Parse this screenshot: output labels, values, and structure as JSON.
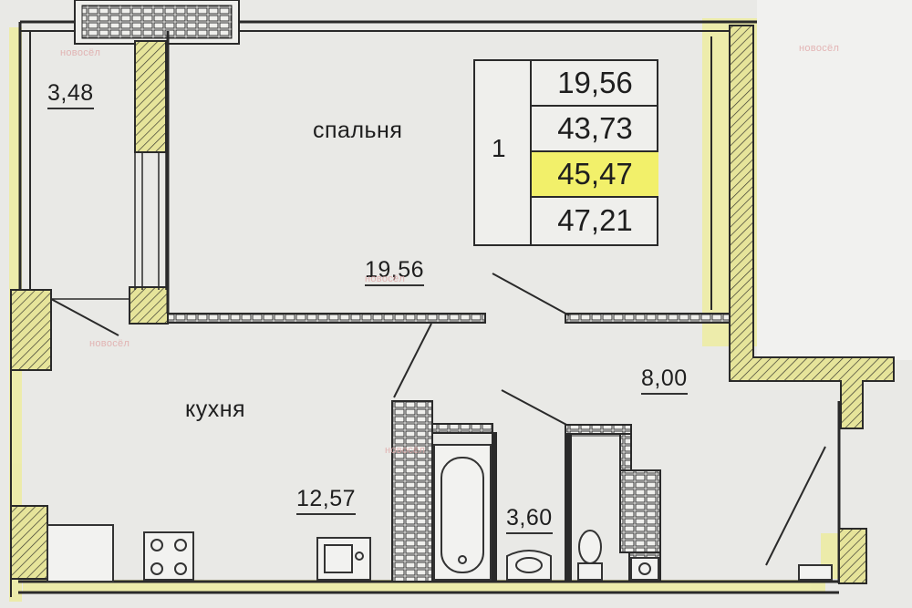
{
  "rooms": {
    "balcony": {
      "area": "3,48"
    },
    "bedroom": {
      "name": "спальня",
      "area": "19,56"
    },
    "kitchen": {
      "name": "кухня",
      "area": "12,57"
    },
    "hall": {
      "area": "8,00"
    },
    "bathroom": {
      "area": "3,60"
    }
  },
  "info_table": {
    "room_count": "1",
    "values": [
      "19,56",
      "43,73",
      "45,47",
      "47,21"
    ],
    "highlighted_index": 2
  },
  "watermark": {
    "text": "новосёл"
  },
  "colors": {
    "wall": "#2a2a2a",
    "hatch_fill": "#e6e49a",
    "highlight": "#f2f06a",
    "background": "#e9e9e6"
  }
}
